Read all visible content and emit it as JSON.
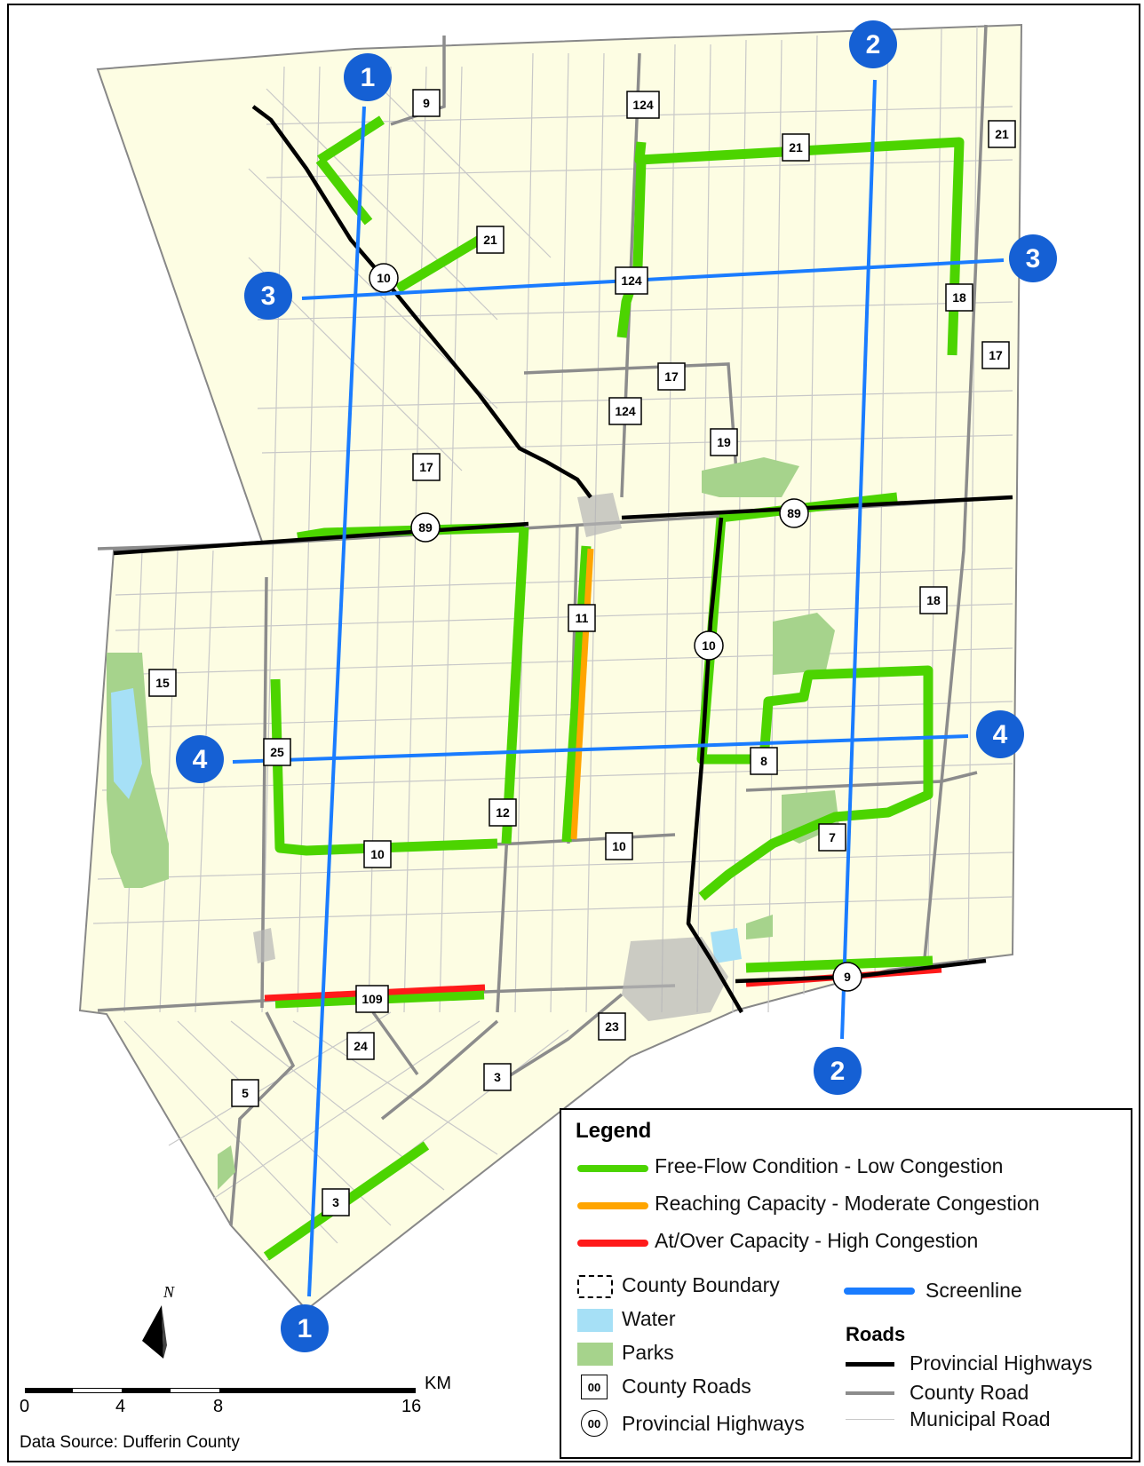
{
  "map": {
    "screenlines": [
      {
        "id": "1",
        "label": "1"
      },
      {
        "id": "2",
        "label": "2"
      },
      {
        "id": "3",
        "label": "3"
      },
      {
        "id": "4",
        "label": "4"
      }
    ],
    "county_roads": [
      "9",
      "124",
      "21",
      "21",
      "21",
      "124",
      "18",
      "17",
      "17",
      "124",
      "19",
      "17",
      "18",
      "11",
      "15",
      "25",
      "8",
      "12",
      "10",
      "10",
      "7",
      "109",
      "24",
      "23",
      "3",
      "5",
      "3"
    ],
    "provincial_highways": [
      "10",
      "89",
      "89",
      "10",
      "9"
    ]
  },
  "legend": {
    "title": "Legend",
    "congestion": [
      {
        "label": "Free-Flow Condition - Low Congestion",
        "color": "#4cd400"
      },
      {
        "label": "Reaching Capacity - Moderate Congestion",
        "color": "#ffa500"
      },
      {
        "label": "At/Over Capacity - High Congestion",
        "color": "#ff1a1a"
      }
    ],
    "county_boundary": "County Boundary",
    "water": "Water",
    "parks": "Parks",
    "county_roads": "County Roads",
    "county_roads_symbol": "00",
    "provincial_highways": "Provincial Highways",
    "provincial_highways_symbol": "00",
    "screenline": "Screenline",
    "roads_title": "Roads",
    "road_provincial": "Provincial Highways",
    "road_county": "County Road",
    "road_municipal": "Municipal Road"
  },
  "north_label": "N",
  "scale": {
    "ticks": [
      "0",
      "4",
      "8",
      "16"
    ],
    "unit": "KM"
  },
  "source": "Data Source: Dufferin County",
  "colors": {
    "background": "#fdfde3",
    "screenline": "#1a7cff",
    "screenline_badge": "#1560d4",
    "free_flow": "#4cd400",
    "moderate": "#ffa500",
    "high": "#ff1a1a",
    "water": "#a6e0f6",
    "parks": "#a6d38c"
  }
}
